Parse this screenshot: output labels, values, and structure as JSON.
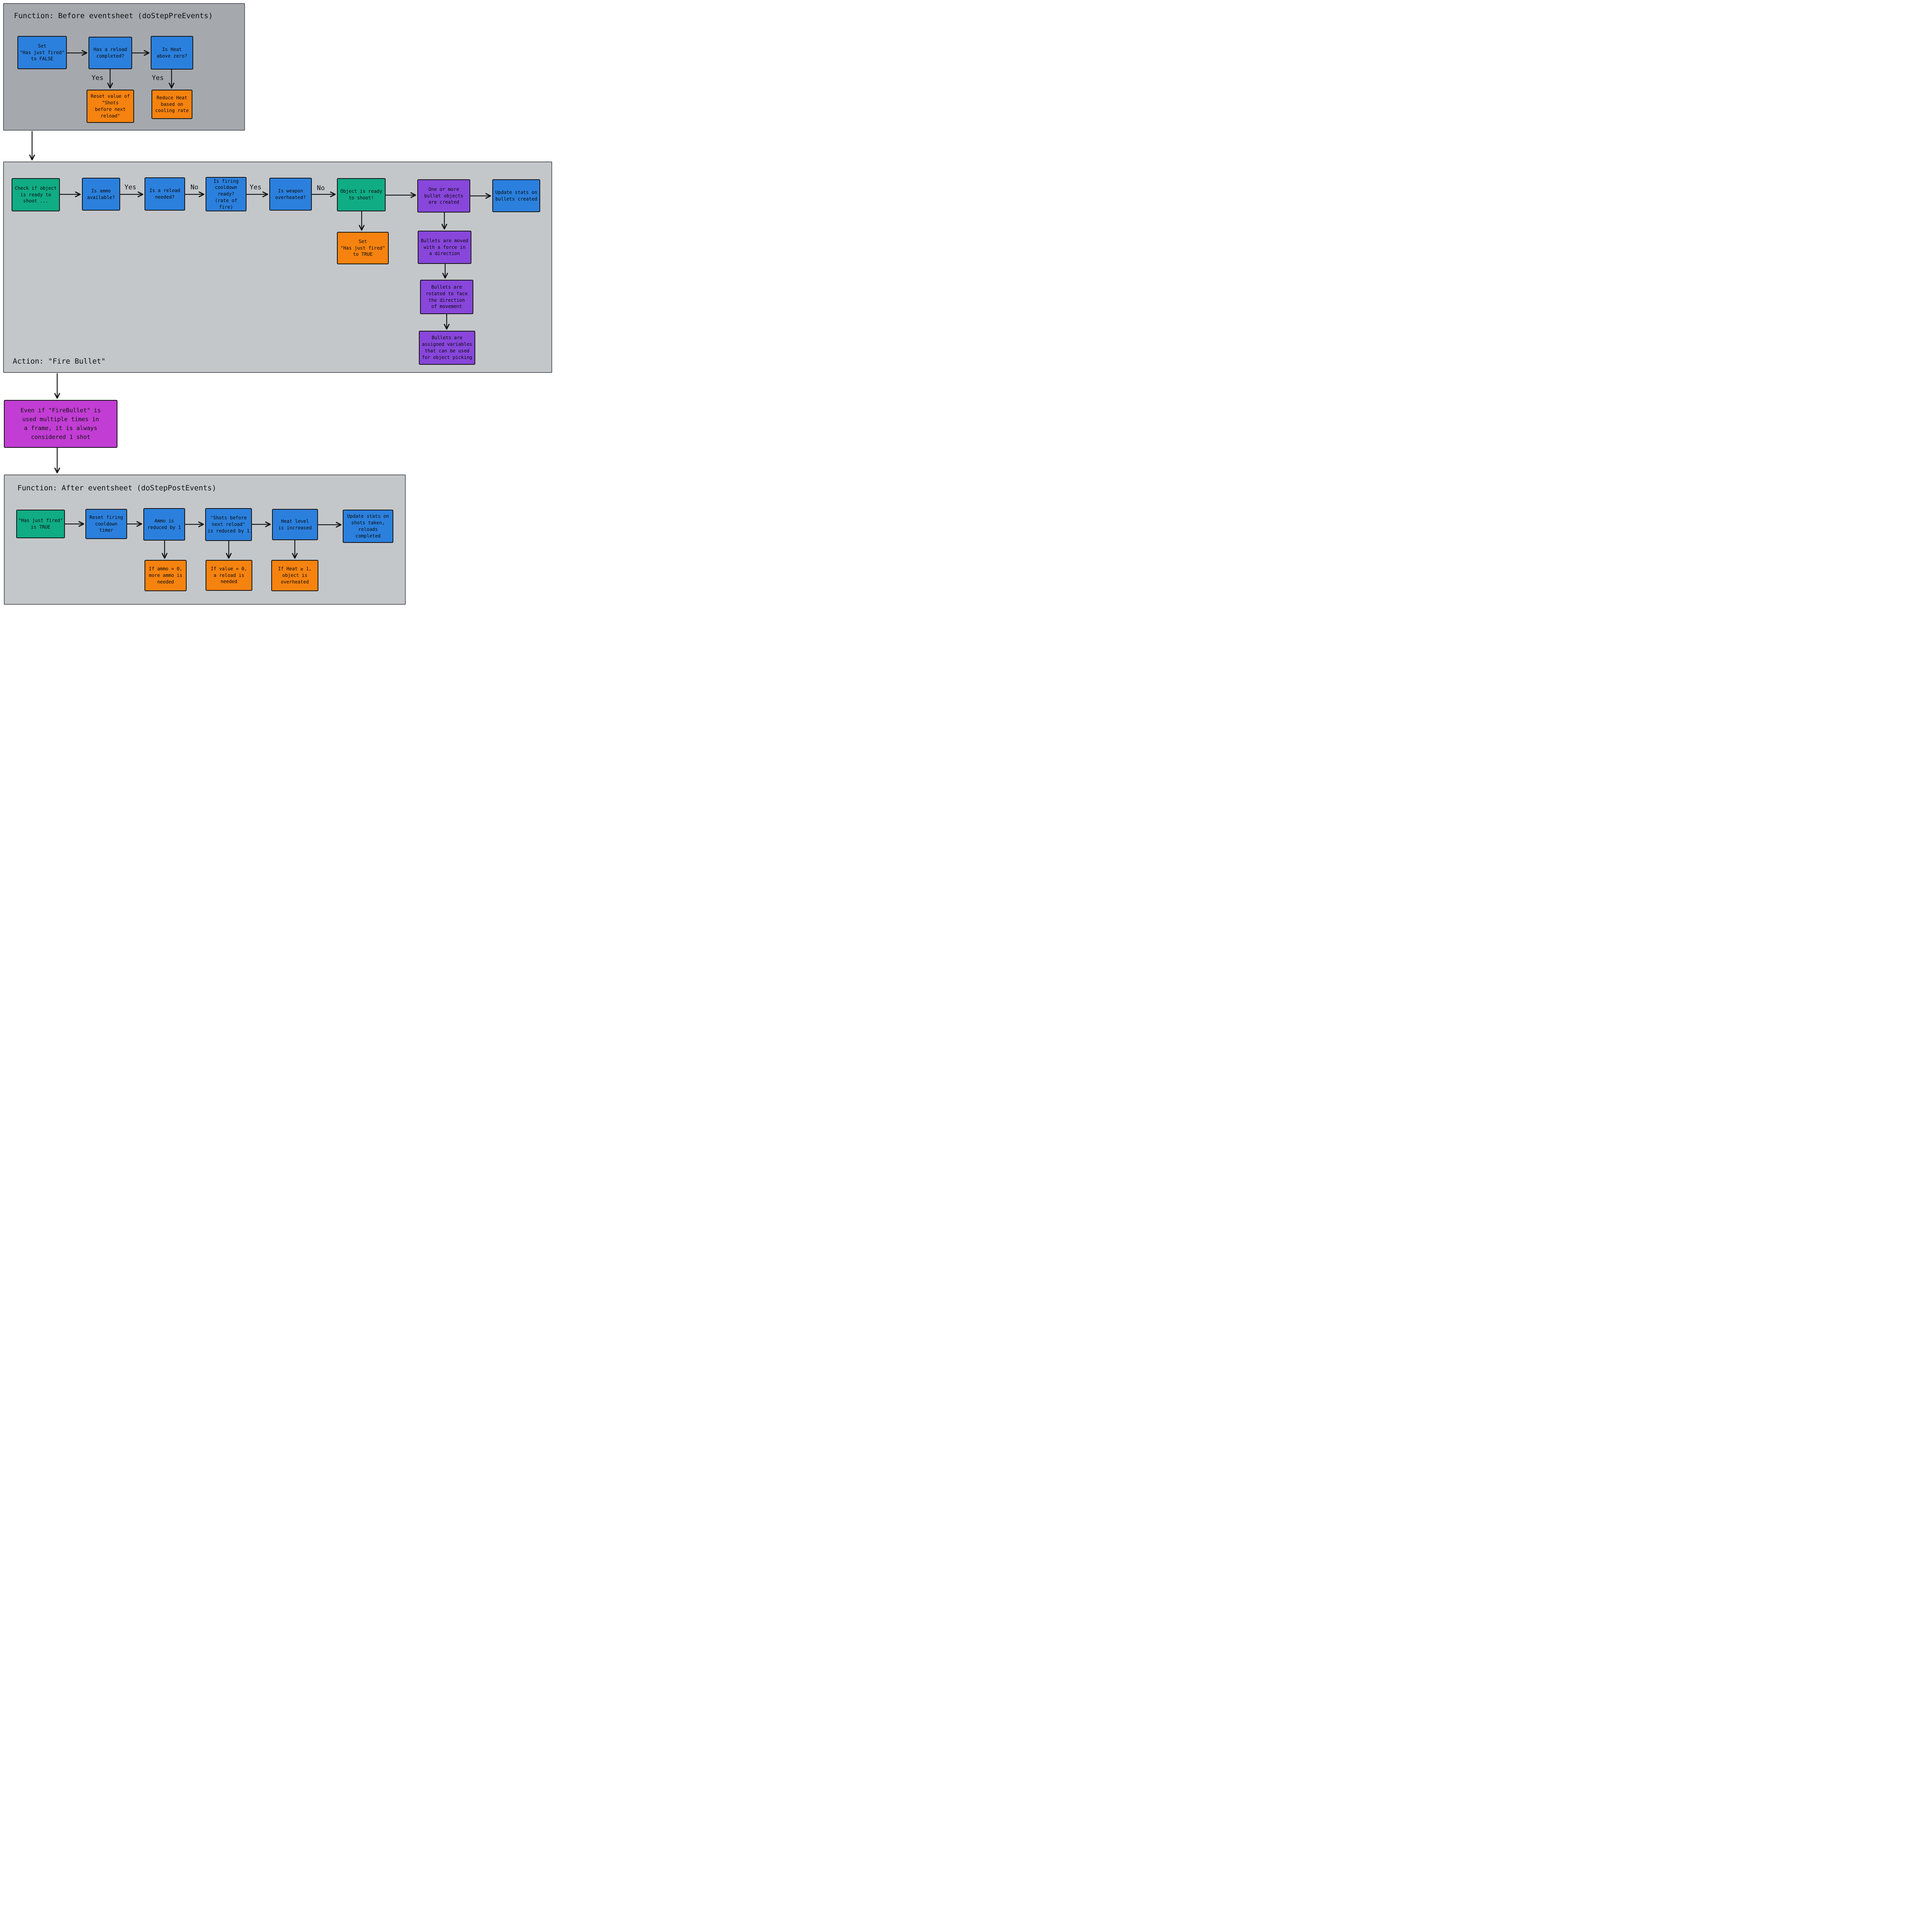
{
  "panels": {
    "pre": {
      "title": "Function: Before eventsheet (doStepPreEvents)"
    },
    "action": {
      "title": "Action: \"Fire Bullet\""
    },
    "post": {
      "title": "Function: After eventsheet (doStepPostEvents)"
    }
  },
  "labels": {
    "yes": "Yes",
    "no": "No"
  },
  "note": "Even if \"FireBullet\" is\nused multiple times in\na frame, it is always\nconsidered 1 shot",
  "colors": {
    "blue": "#2b80dd",
    "green": "#10ac84",
    "orange": "#f6830f",
    "purple": "#8846db",
    "magenta": "#c23dd4",
    "panelDark": "#a5a9ae",
    "panelLight": "#c4c7ca"
  },
  "nodes": {
    "preSetFiredFalse": "Set\n\"Has just fired\"\nto FALSE",
    "preReloadCompleted": "Has a reload\ncompleted?",
    "preHeatAboveZero": "Is Heat\nabove zero?",
    "preResetShots": "Reset value of\n\"Shots\nbefore next\nreload\"",
    "preReduceHeat": "Reduce Heat\nbased on\ncooling rate",
    "fireCheckReady": "Check if object\nis ready to\nshoot ...",
    "fireAmmoAvailable": "Is ammo\navailable?",
    "fireReloadNeeded": "Is a reload\nneeded?",
    "fireCooldownReady": "Is firing\ncooldown\nready?\n(rate of fire)",
    "fireOverheated": "Is weapon\noverheated?",
    "fireReadyToShoot": "Object is ready\nto shoot!",
    "fireBulletsCreated": "One or more\nbullet objects\nare created",
    "fireUpdateStats": "Update stats on\nbullets created",
    "fireSetFiredTrue": "Set\n\"Has just fired\"\nto TRUE",
    "fireBulletsMoved": "Bullets are moved\nwith a force in\na direction",
    "fireBulletsRotated": "Bullets are\nrotated to face\nthe direction\nof movement",
    "fireBulletsVariables": "Bullets are\nassigned variables\nthat can be used\nfor object picking",
    "postFiredTrue": "\"Has just fired\"\nis TRUE",
    "postResetCooldown": "Reset firing\ncooldown timer",
    "postAmmoReduced": "Ammo is\nreduced by 1",
    "postShotsReduced": "\"Shots before\nnext reload\"\nis reduced by 1",
    "postHeatIncreased": "Heat level\nis increased",
    "postUpdateStats": "Update stats on\nshots taken,\nreloads\ncompleted",
    "postAmmoZero": "If ammo = 0,\nmore ammo is\nneeded",
    "postValueZero": "If value = 0,\na reload is\nneeded",
    "postHeatOverheat": "If Heat ≥ 1,\nobject is\noverheated"
  }
}
